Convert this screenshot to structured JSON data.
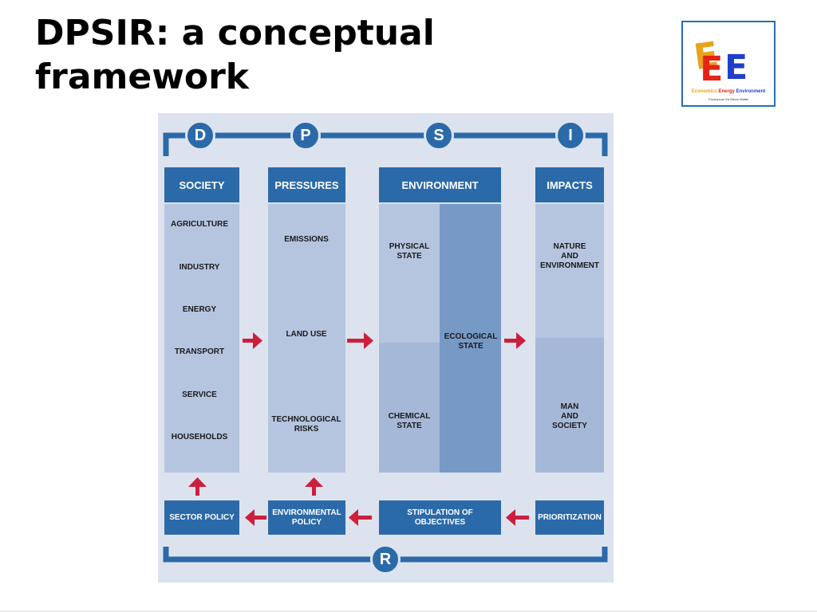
{
  "slide": {
    "title_line1": "DPSIR: a conceptual",
    "title_line2": "framework"
  },
  "logo": {
    "letters": "EEE",
    "caption_a": "Economics",
    "caption_b": "Energy",
    "caption_c": "Environment",
    "subcaption": "Produzione Ed Ettore Mattei",
    "colors": [
      "#e8a21a",
      "#e42418",
      "#1f3fc8"
    ]
  },
  "diagram": {
    "letters": {
      "d": "D",
      "p": "P",
      "s": "S",
      "i": "I",
      "r": "R"
    },
    "headers": {
      "society": "SOCIETY",
      "pressures": "PRESSURES",
      "environment": "ENVIRONMENT",
      "impacts": "IMPACTS"
    },
    "society_items": [
      "AGRICULTURE",
      "INDUSTRY",
      "ENERGY",
      "TRANSPORT",
      "SERVICE",
      "HOUSEHOLDS"
    ],
    "pressure_items": [
      "EMISSIONS",
      "LAND USE",
      "TECHNOLOGICAL\nRISKS"
    ],
    "environment": {
      "physical": "PHYSICAL\nSTATE",
      "chemical": "CHEMICAL\nSTATE",
      "ecological": "ECOLOGICAL\nSTATE"
    },
    "impacts": {
      "nature": "NATURE\nAND\nENVIRONMENT",
      "man": "MAN\nAND\nSOCIETY"
    },
    "responses": {
      "sector_policy": "SECTOR POLICY",
      "environmental_policy": "ENVIRONMENTAL\nPOLICY",
      "stipulation": "STIPULATION OF\nOBJECTIVES",
      "prioritization": "PRIORITIZATION"
    },
    "colors": {
      "header_blue": "#2b6aa9",
      "column_light": "#b5c5df",
      "column_mid": "#a5b8d8",
      "column_dark": "#7799c6",
      "arrow_red": "#cc1f3c",
      "background": "#dde3ee"
    }
  }
}
